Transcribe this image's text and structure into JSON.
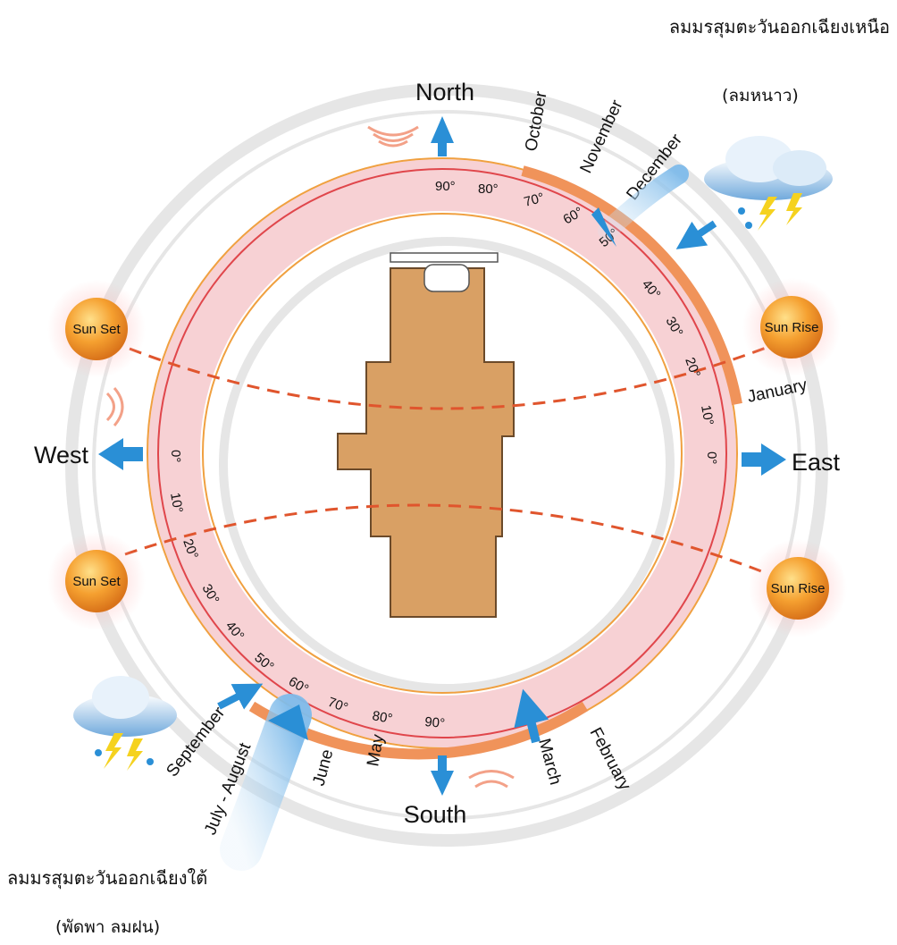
{
  "directions": {
    "north": "North",
    "south": "South",
    "east": "East",
    "west": "West"
  },
  "sun": {
    "sunrise": "Sun Rise",
    "sunset": "Sun Set"
  },
  "months": {
    "october": "October",
    "november": "November",
    "december": "December",
    "january": "January",
    "february": "February",
    "march": "March",
    "may": "May",
    "june": "June",
    "july_august": "July - August",
    "september": "September"
  },
  "angles": {
    "top": [
      "90",
      "80",
      "70",
      "60",
      "50",
      "40",
      "30",
      "20",
      "10",
      "0"
    ],
    "bottom": [
      "0",
      "10",
      "20",
      "30",
      "40",
      "50",
      "60",
      "70",
      "80",
      "90"
    ]
  },
  "winds": {
    "northeast_title": "ลมมรสุมตะวันออกเฉียงเหนือ",
    "northeast_sub": "(ลมหนาว)",
    "southwest_title": "ลมมรสุมตะวันออกเฉียงใต้",
    "southwest_sub": "(พัดพา ลมฝน)"
  },
  "colors": {
    "sun_arc": "#f0935a",
    "ring_red": "#e0464b",
    "ring_orange": "#f0a040",
    "arrow_blue": "#2a8fd6",
    "house": "#d9a064",
    "sun_path": "#e0552d",
    "pink_band": "#f6c9cc"
  }
}
